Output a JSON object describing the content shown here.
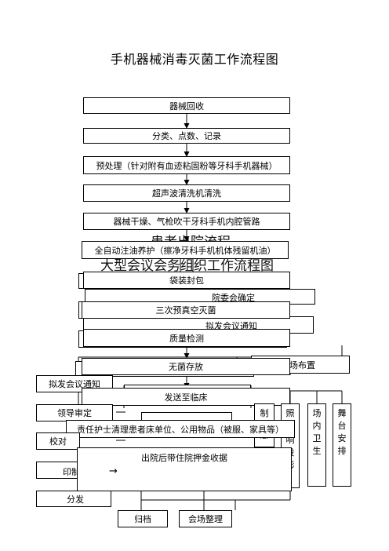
{
  "title": "手机器械消毒灭菌工作流程图",
  "steps": [
    "器械回收",
    "分类、点数、记录",
    "预处理（针对附有血迹粘固粉等牙科手机器械）",
    "超声波清洗机清洗",
    "器械干燥、气枪吹干牙科手机内腔管路",
    "全自动注油养护（擦净牙科手机机体残留机油）",
    "袋装封包",
    "三次预真空灭菌",
    "质量检测",
    "无菌存放",
    "发送至临床"
  ],
  "overlay": {
    "heading1": "患者出院流程",
    "heading2": "大型会议会务组织工作流程图",
    "council_confirm": "院委会确定",
    "draft_notice_right": "拟发会议通知",
    "venue_layout": "场布置",
    "draft_notice_left": "拟发会议通知",
    "leader_review": "领导审定",
    "proofread": "校对",
    "print": "印制",
    "distribute": "分发",
    "nurse_clean": "责任护士清理患者床单位、公用物品（被服、家具等）",
    "discharge_deposit": "出院后带住院押金收据",
    "arrow_glyph": "→",
    "make_banner": "制\n悬",
    "lighting_audio": "照\n音\n响\n投\n影",
    "venue_hygiene": "场\n内\n卫\n生",
    "stage_setup": "舞\n台\n安\n排",
    "archive": "归档",
    "venue_cleanup": "会场整理"
  }
}
